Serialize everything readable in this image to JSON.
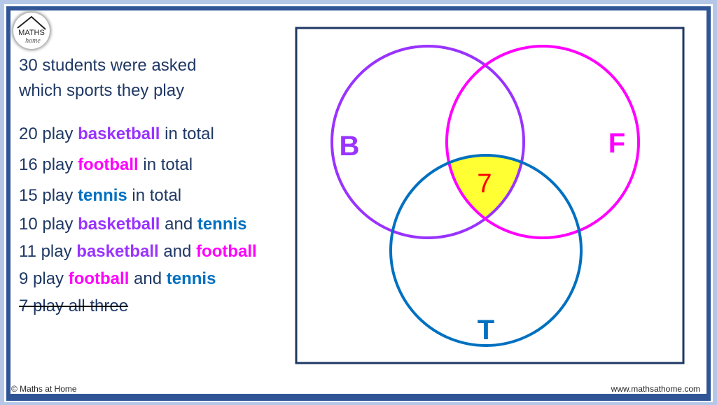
{
  "logo": {
    "text": "MATHS at home"
  },
  "intro": [
    "30 students were asked",
    "which sports they play"
  ],
  "facts": [
    {
      "n": "20 play ",
      "a": "basketball",
      "mid": " in total",
      "b": "",
      "end": ""
    },
    {
      "n": "16 play ",
      "a": "football",
      "mid": " in total",
      "b": "",
      "end": ""
    },
    {
      "n": "15 play ",
      "a": "tennis",
      "mid": " in total",
      "b": "",
      "end": ""
    },
    {
      "n": "10 play ",
      "a": "basketball",
      "mid": " and ",
      "b": "tennis"
    },
    {
      "n": "11 play ",
      "a": "basketball",
      "mid": " and ",
      "b": "football"
    },
    {
      "n": "9 play ",
      "a": "football",
      "mid": " and ",
      "b": "tennis"
    }
  ],
  "struck": "7 play all three",
  "venn": {
    "labels": {
      "B": "B",
      "F": "F",
      "T": "T"
    },
    "center_value": "7",
    "colors": {
      "B": "#9933ff",
      "F": "#ff00ff",
      "T": "#0070c0",
      "highlight": "#ffff33",
      "value": "#ff0000",
      "box": "#1f3864"
    }
  },
  "footer": {
    "left": "© Maths at Home",
    "right": "www.mathsathome.com"
  }
}
